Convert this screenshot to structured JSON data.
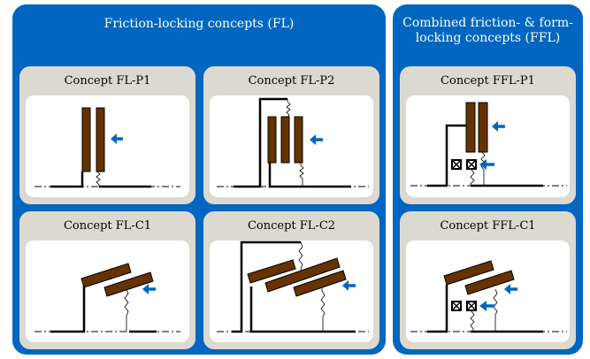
{
  "groups": {
    "fl": {
      "title": "Friction-locking concepts (FL)",
      "concepts": [
        {
          "id": "FL-P1",
          "title": "Concept FL-P1",
          "type": "parallel",
          "plates": 2
        },
        {
          "id": "FL-P2",
          "title": "Concept FL-P2",
          "type": "parallel",
          "plates": 3
        },
        {
          "id": "FL-C1",
          "title": "Concept FL-C1",
          "type": "conical",
          "plates": 2
        },
        {
          "id": "FL-C2",
          "title": "Concept FL-C2",
          "type": "conical",
          "plates": 3
        }
      ]
    },
    "ffl": {
      "title_line1": "Combined friction- & form-",
      "title_line2": "locking concepts (FFL)",
      "concepts": [
        {
          "id": "FFL-P1",
          "title": "Concept FFL-P1",
          "type": "parallel",
          "plates": 2,
          "form_elements": 2
        },
        {
          "id": "FFL-C1",
          "title": "Concept FFL-C1",
          "type": "conical",
          "plates": 2,
          "form_elements": 2
        }
      ]
    }
  },
  "colors": {
    "panel": "#0066bf",
    "card": "#dcd9d0",
    "plate": "#663300",
    "arrow": "#0066bf"
  }
}
